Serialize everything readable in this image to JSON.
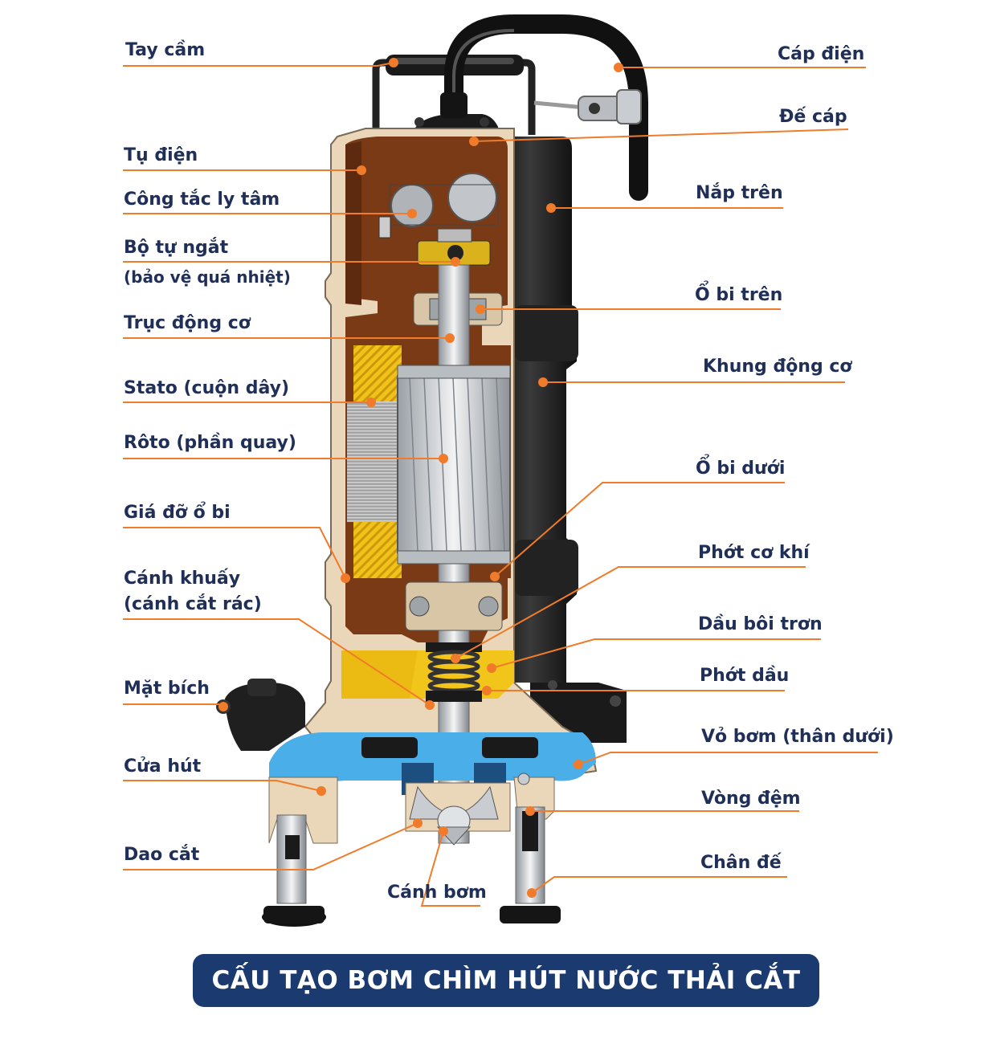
{
  "title": "CẤU TẠO BƠM CHÌM HÚT NƯỚC THẢI CẮT RÁC",
  "colors": {
    "leader": "#f07b2a",
    "label_text": "#1f2f58",
    "title_bg": "#1a3a70",
    "casing": "#ead6b8",
    "motor_chamber": "#7a3a16",
    "oil": "#f2c51b",
    "water": "#4aaee8",
    "black_frame": "#1c1c1c",
    "metal": "#c9cdd2"
  },
  "labels_left": {
    "tay_cam": "Tay cầm",
    "tu_dien": "Tụ điện",
    "cong_tac": "Công tắc ly tâm",
    "bo_tu_ngat": "Bộ tự ngắt",
    "bao_ve": "(bảo vệ quá nhiệt)",
    "truc": "Trục động cơ",
    "stato": "Stato (cuộn dây)",
    "roto": "Rôto (phần quay)",
    "gia_do": "Giá đỡ ổ bi",
    "canh_khuay": "Cánh khuấy",
    "cat_rac": "(cánh cắt rác)",
    "mat_bich": "Mặt bích",
    "cua_hut": "Cửa hút",
    "dao_cat": "Dao cắt",
    "canh_bom": "Cánh bơm"
  },
  "labels_right": {
    "cap_dien": "Cáp điện",
    "de_cap": "Đế cáp",
    "nap_tren": "Nắp trên",
    "o_bi_tren": "Ổ bi trên",
    "khung": "Khung động cơ",
    "o_bi_duoi": "Ổ bi dưới",
    "phot_co_khi": "Phớt cơ khí",
    "dau": "Dầu bôi trơn",
    "phot_dau": "Phớt dầu",
    "vo_bom": "Vỏ bơm (thân dưới)",
    "vong_dem": "Vòng đệm",
    "chan_de": "Chân đế"
  }
}
